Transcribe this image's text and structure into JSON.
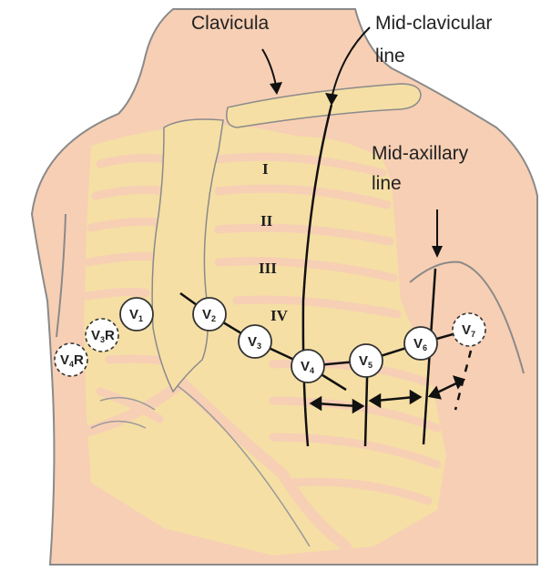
{
  "colors": {
    "skin": "#f7cfb4",
    "skin_outline": "#8a8a8a",
    "bone": "#f5dfa5",
    "line": "#111111"
  },
  "labels": {
    "clavicula": "Clavicula",
    "mid_clavicular": [
      "Mid-clavicular",
      "line"
    ],
    "mid_axillary": [
      "Mid-axillary",
      "line"
    ]
  },
  "ribs": [
    "I",
    "II",
    "III",
    "IV"
  ],
  "electrodes": [
    {
      "main": "V",
      "sub": "1",
      "suffix": "",
      "style": "solid"
    },
    {
      "main": "V",
      "sub": "2",
      "suffix": "",
      "style": "solid"
    },
    {
      "main": "V",
      "sub": "3",
      "suffix": "",
      "style": "solid"
    },
    {
      "main": "V",
      "sub": "4",
      "suffix": "",
      "style": "solid"
    },
    {
      "main": "V",
      "sub": "5",
      "suffix": "",
      "style": "solid"
    },
    {
      "main": "V",
      "sub": "6",
      "suffix": "",
      "style": "solid"
    },
    {
      "main": "V",
      "sub": "7",
      "suffix": "",
      "style": "dashed"
    },
    {
      "main": "V",
      "sub": "3",
      "suffix": "R",
      "style": "dashed"
    },
    {
      "main": "V",
      "sub": "4",
      "suffix": "R",
      "style": "dashed"
    }
  ]
}
